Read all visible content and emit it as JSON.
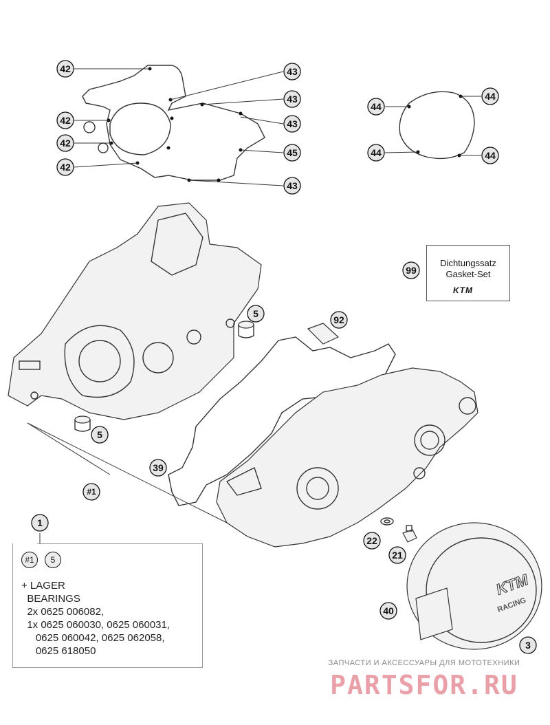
{
  "callouts": {
    "c42a": "42",
    "c42b": "42",
    "c42c": "42",
    "c42d": "42",
    "c43a": "43",
    "c43b": "43",
    "c43c": "43",
    "c43d": "43",
    "c45": "45",
    "c44a": "44",
    "c44b": "44",
    "c44c": "44",
    "c44d": "44",
    "c99": "99",
    "c5a": "5",
    "c5b": "5",
    "c92": "92",
    "c39": "39",
    "c1ref": "#1",
    "c1": "1",
    "c22": "22",
    "c21": "21",
    "c40": "40",
    "c3": "3"
  },
  "gasket_set": {
    "line1": "Dichtungssatz",
    "line2": "Gasket-Set",
    "brand": "KTM"
  },
  "note": {
    "ref1": "#1",
    "ref2": "5",
    "text": "+ LAGER\n  BEARINGS\n  2x 0625 006082,\n  1x 0625 060030, 0625 060031,\n     0625 060042, 0625 062058,\n     0625 618050"
  },
  "cover_branding": {
    "logo": "KTM",
    "sub": "RACING"
  },
  "watermark": {
    "tagline": "ЗАПЧАСТИ И АКСЕССУАРЫ ДЛЯ МОТОТЕХНИКИ",
    "site": "PARTSFOR.RU"
  }
}
